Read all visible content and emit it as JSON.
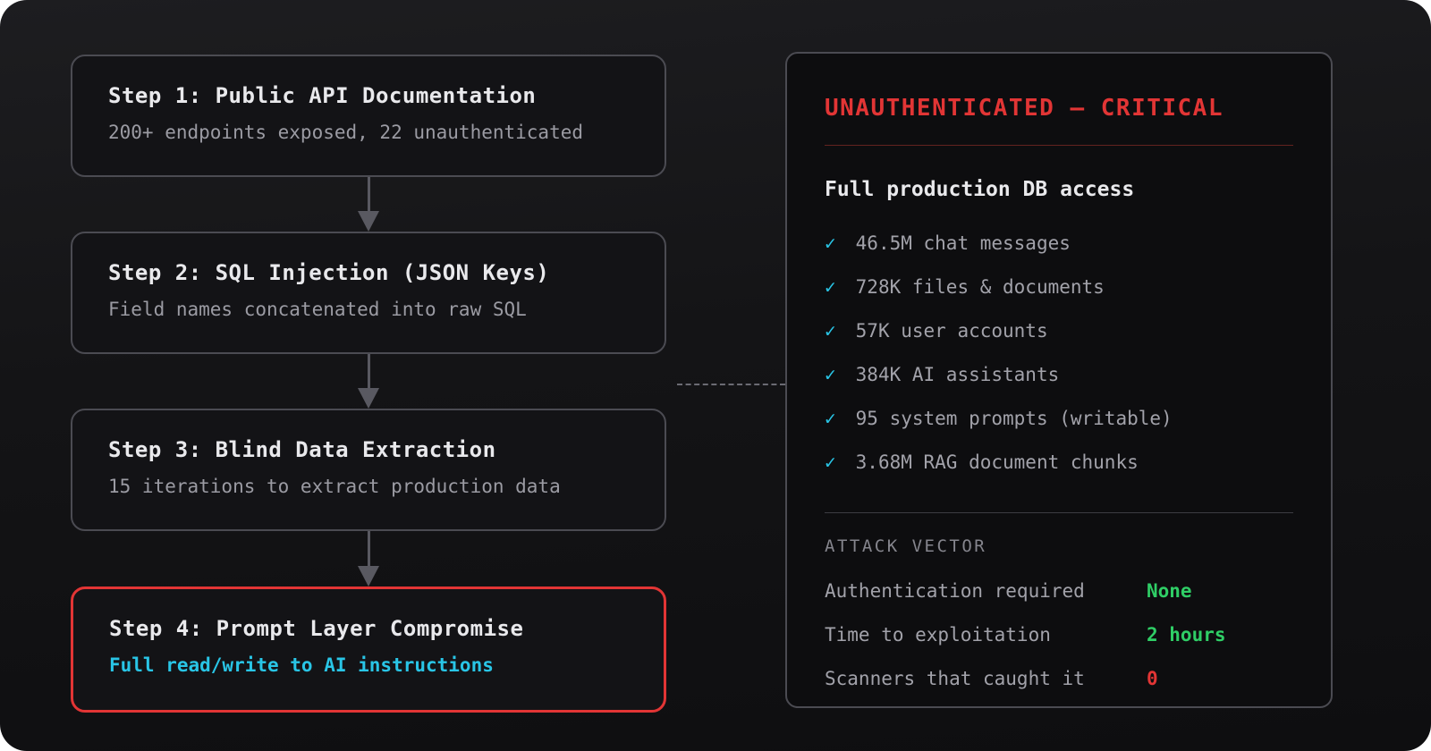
{
  "flow": {
    "steps": [
      {
        "title": "Step 1: Public API Documentation",
        "subtitle": "200+ endpoints exposed, 22 unauthenticated"
      },
      {
        "title": "Step 2: SQL Injection (JSON Keys)",
        "subtitle": "Field names concatenated into raw SQL"
      },
      {
        "title": "Step 3: Blind Data Extraction",
        "subtitle": "15 iterations to extract production data"
      },
      {
        "title": "Step 4: Prompt Layer Compromise",
        "subtitle": "Full read/write to AI instructions"
      }
    ]
  },
  "panel": {
    "header": "UNAUTHENTICATED — CRITICAL",
    "subtitle": "Full production DB access",
    "check_icon": "✓",
    "access_items": [
      "46.5M chat messages",
      "728K files & documents",
      "57K user accounts",
      "384K AI assistants",
      "95 system prompts (writable)",
      "3.68M RAG document chunks"
    ],
    "section_label": "ATTACK VECTOR",
    "vector_rows": [
      {
        "label": "Authentication required",
        "value": "None"
      },
      {
        "label": "Time to exploitation",
        "value": "2 hours"
      },
      {
        "label": "Scanners that caught it",
        "value": "0"
      }
    ]
  },
  "colors": {
    "accent-red": "#e23535",
    "accent-cyan": "#29c5e6",
    "accent-green": "#2fce66",
    "box-border": "#4b4b52",
    "text-primary": "#e9e9ec",
    "text-muted": "#9b9ba3"
  }
}
